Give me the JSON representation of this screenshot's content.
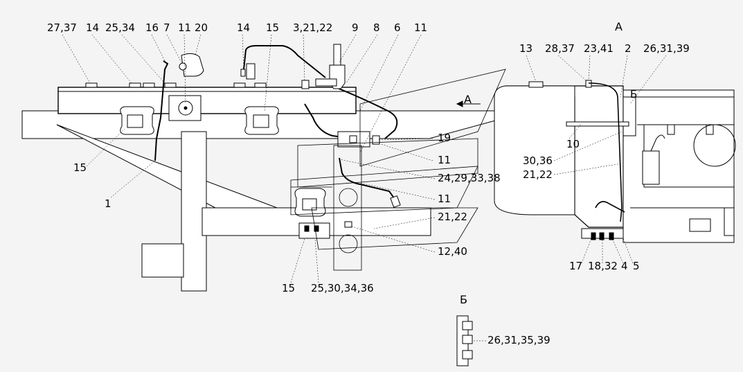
{
  "callouts_top_left": [
    "27,37",
    "14",
    "25,34",
    "16",
    "7",
    "11",
    "20",
    "14",
    "15",
    "3,21,22",
    "9",
    "8",
    "6",
    "11"
  ],
  "callouts_side": [
    "19",
    "11",
    "24,29,33,38",
    "11",
    "21,22",
    "12,40"
  ],
  "callouts_bottom_left": [
    "15",
    "1",
    "15",
    "25,30,34,36"
  ],
  "arrow_label": "A",
  "view_a": {
    "title": "A",
    "top": [
      "13",
      "28,37",
      "23,41",
      "2",
      "26,31,39"
    ],
    "section_mark": "Б",
    "side": [
      "10",
      "30,36",
      "21,22"
    ],
    "bottom": [
      "17",
      "18,32",
      "4",
      "5"
    ]
  },
  "view_b": {
    "title": "Б",
    "label": "26,31,35,39"
  }
}
